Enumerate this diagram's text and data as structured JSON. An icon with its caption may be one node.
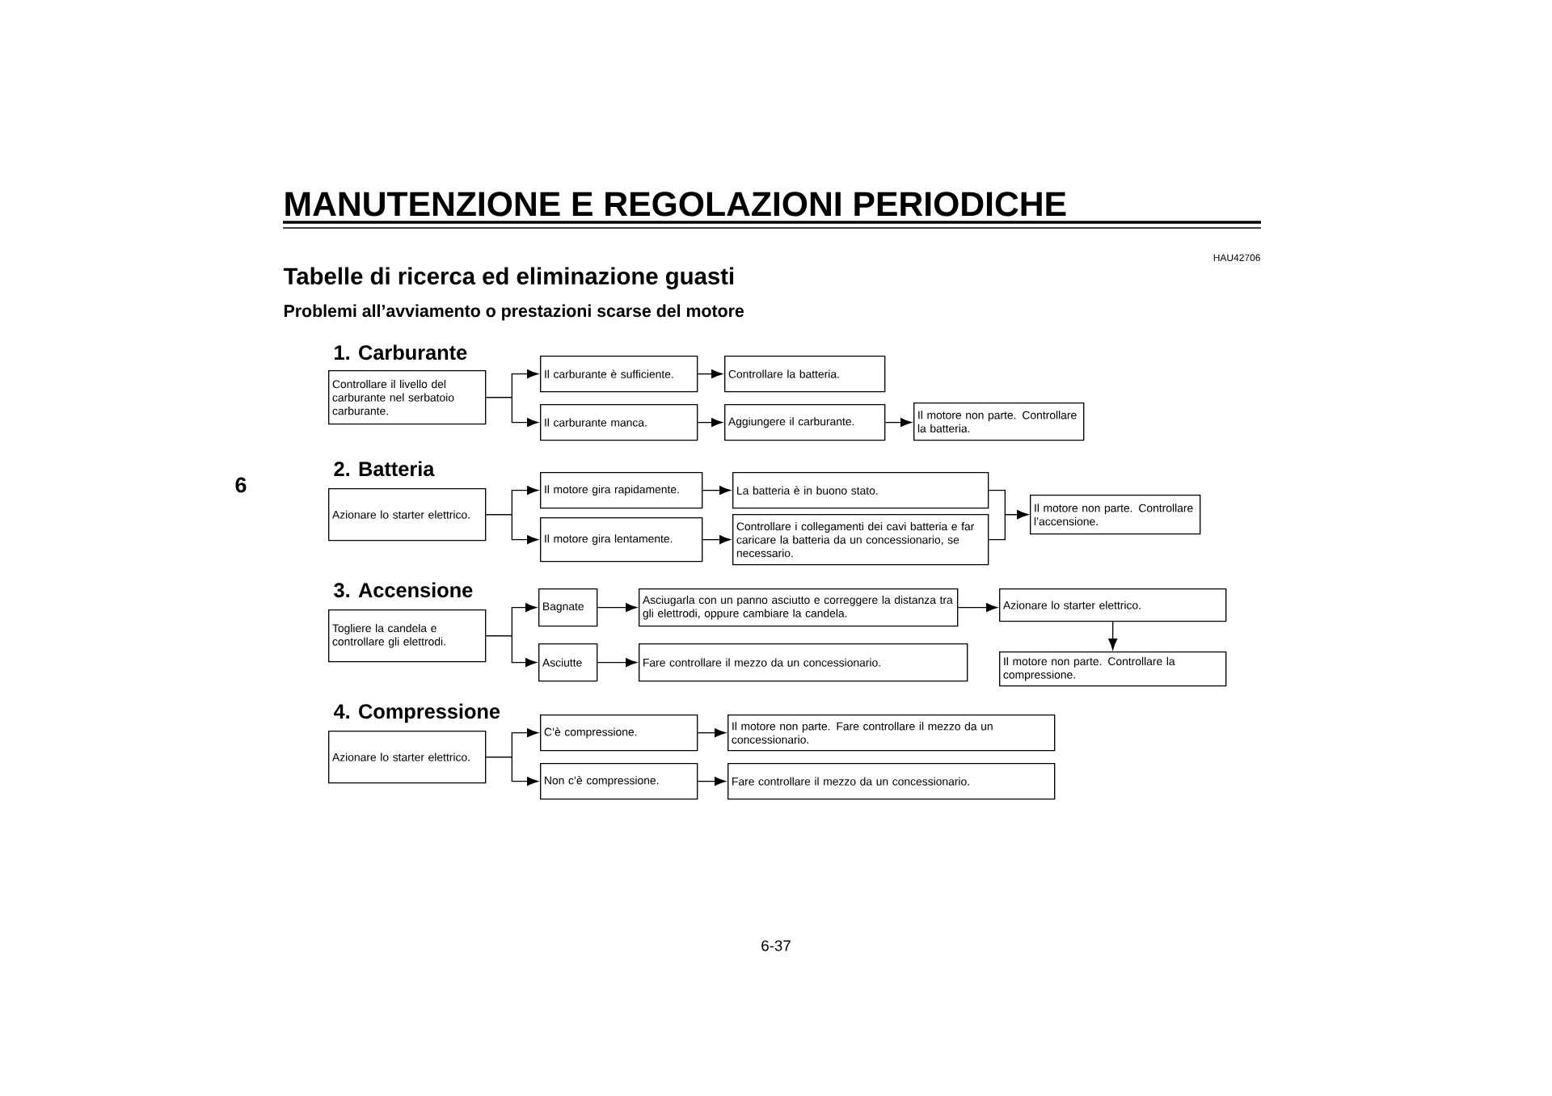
{
  "diagram": {
    "title": "MANUTENZIONE E REGOLAZIONI PERIODICHE",
    "nodes": [
      {
        "text": [
          "Controllare il livello del carburante nel serbatoio carburante."
        ]
      },
      {
        "text": [
          "Il carburante è sufficiente."
        ]
      },
      {
        "text": [
          "Il carburante manca."
        ]
      },
      {
        "text": [
          "Controllare la batteria."
        ]
      },
      {
        "text": [
          "Aggiungere il carburante."
        ]
      },
      {
        "text": [
          "Il motore non parte. Controllare la batteria."
        ]
      },
      {
        "text": [
          "Azionare lo starter elettrico."
        ]
      },
      {
        "text": [
          "Il motore gira rapidamente."
        ]
      },
      {
        "text": [
          "Il motore gira lentamente."
        ]
      },
      {
        "text": [
          "La batteria è in buono stato."
        ]
      },
      {
        "text": [
          "Controllare i collegamenti dei cavi batteria e far caricare la batteria da un concessionario, se necessario."
        ]
      },
      {
        "text": [
          "Il motore non parte. Controllare l’accensione."
        ]
      },
      {
        "text": [
          "Togliere la candela e controllare gli elettrodi."
        ]
      },
      {
        "text": [
          "Bagnate"
        ]
      },
      {
        "text": [
          "Asciutte"
        ]
      },
      {
        "text": [
          "Asciugarla con un panno asciutto e correggere la distanza tra gli elettrodi, oppure cambiare la candela."
        ]
      },
      {
        "text": [
          "Fare controllare il mezzo da un concessionario."
        ]
      },
      {
        "text": [
          "Azionare lo starter elettrico."
        ]
      },
      {
        "text": [
          "Il motore non parte. Controllare la compressione."
        ]
      },
      {
        "text": [
          "Azionare lo starter elettrico."
        ]
      },
      {
        "text": [
          "C’è compressione."
        ]
      },
      {
        "text": [
          "Non c’è compressione."
        ]
      },
      {
        "text": [
          "Il motore non parte. Fare controllare il mezzo da un concessionario."
        ]
      },
      {
        "text": [
          "Fare controllare il mezzo da un concessionario."
        ]
      }
    ],
    "edges": [
      {
        "from": 0,
        "to": 1,
        "arrow": "to"
      },
      {
        "from": 0,
        "to": 2,
        "arrow": "to"
      },
      {
        "from": 1,
        "to": 3,
        "arrow": "to"
      },
      {
        "from": 2,
        "to": 4,
        "arrow": "to"
      },
      {
        "from": 4,
        "to": 5,
        "arrow": "to"
      },
      {
        "from": 6,
        "to": 7,
        "arrow": "to"
      },
      {
        "from": 6,
        "to": 8,
        "arrow": "to"
      },
      {
        "from": 7,
        "to": 9,
        "arrow": "to"
      },
      {
        "from": 8,
        "to": 10,
        "arrow": "to"
      },
      {
        "from": 9,
        "to": 11,
        "arrow": "to"
      },
      {
        "from": 10,
        "to": 11,
        "arrow": "to"
      },
      {
        "from": 12,
        "to": 13,
        "arrow": "to"
      },
      {
        "from": 12,
        "to": 14,
        "arrow": "to"
      },
      {
        "from": 13,
        "to": 15,
        "arrow": "to"
      },
      {
        "from": 14,
        "to": 16,
        "arrow": "to"
      },
      {
        "from": 15,
        "to": 17,
        "arrow": "to"
      },
      {
        "from": 17,
        "to": 18,
        "arrow": "to"
      },
      {
        "from": 19,
        "to": 20,
        "arrow": "to"
      },
      {
        "from": 19,
        "to": 21,
        "arrow": "to"
      },
      {
        "from": 20,
        "to": 22,
        "arrow": "to"
      },
      {
        "from": 21,
        "to": 23,
        "arrow": "to"
      }
    ],
    "labels": [
      "HAU42706",
      "Tabelle di ricerca ed eliminazione guasti",
      "Problemi all’avviamento o prestazioni scarse del motore",
      "6",
      "1. Carburante",
      "2. Batteria",
      "3. Accensione",
      "4. Compressione",
      "6-37"
    ]
  }
}
